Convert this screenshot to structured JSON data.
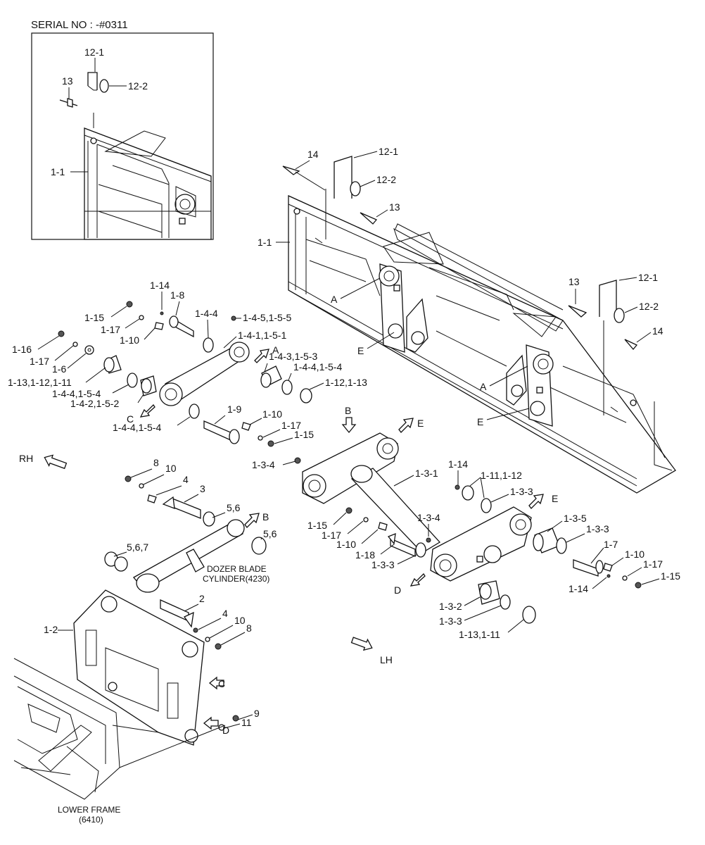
{
  "serial": "SERIAL NO : -#0311",
  "refs": {
    "p12_1": "12-1",
    "p12_2": "12-2",
    "p13": "13",
    "p14": "14",
    "p1_1": "1-1",
    "pA": "A",
    "pB": "B",
    "pC": "C",
    "pD": "D",
    "pE": "E",
    "p1_14": "1-14",
    "p1_8": "1-8",
    "p1_4_4": "1-4-4",
    "p1_4_5": "1-4-5,1-5-5",
    "p1_15": "1-15",
    "p1_17": "1-17",
    "p1_10": "1-10",
    "p1_4_1": "1-4-1,1-5-1",
    "p1_16": "1-16",
    "p1_6": "1-6",
    "p1_4_3": "1-4-3,1-5-3",
    "p1_4_4b": "1-4-4,1-5-4",
    "p1_13_12_11": "1-13,1-12,1-11",
    "p1_12_13": "1-12,1-13",
    "p1_4_2": "1-4-2,1-5-2",
    "p1_9": "1-9",
    "p1_3_4": "1-3-4",
    "p1_3_1": "1-3-1",
    "p1_11_12": "1-11,1-12",
    "p1_3_3": "1-3-3",
    "p1_3_5": "1-3-5",
    "p1_7": "1-7",
    "p1_18": "1-18",
    "p1_3_2": "1-3-2",
    "p1_13_11": "1-13,1-11",
    "p1_2": "1-2",
    "p2": "2",
    "p3": "3",
    "p4": "4",
    "p5_6": "5,6",
    "p5_6_7": "5,6,7",
    "p8": "8",
    "p9": "9",
    "p10": "10",
    "p11": "11"
  },
  "callouts": {
    "rh": "RH",
    "lh": "LH",
    "dozer_blade_cylinder_1": "DOZER BLADE",
    "dozer_blade_cylinder_2": "CYLINDER(4230)",
    "lower_frame_1": "LOWER FRAME",
    "lower_frame_2": "(6410)"
  }
}
